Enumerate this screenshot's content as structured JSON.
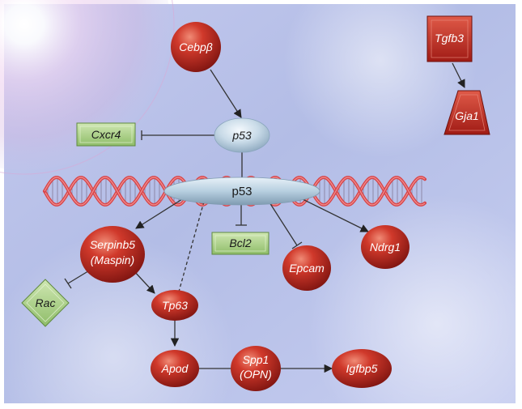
{
  "nodes": {
    "cebpb": "Cebpβ",
    "p53_top": "p53",
    "p53_dna": "p53",
    "cxcr4": "Cxcr4",
    "tgfb3": "Tgfb3",
    "gja1": "Gja1",
    "serpinb5": "Serpinb5",
    "maspin": "(Maspin)",
    "bcl2": "Bcl2",
    "epcam": "Epcam",
    "ndrg1": "Ndrg1",
    "rac": "Rac",
    "tp63": "Tp63",
    "apod": "Apod",
    "spp1": "Spp1",
    "opn": "(OPN)",
    "igfbp5": "Igfbp5"
  },
  "colors": {
    "background": "#b7c1e6",
    "red_node": "#c0271f",
    "green_node": "#a9cf86",
    "p53_node": "#c9dbe8",
    "dna_strand": "#d8454a"
  }
}
